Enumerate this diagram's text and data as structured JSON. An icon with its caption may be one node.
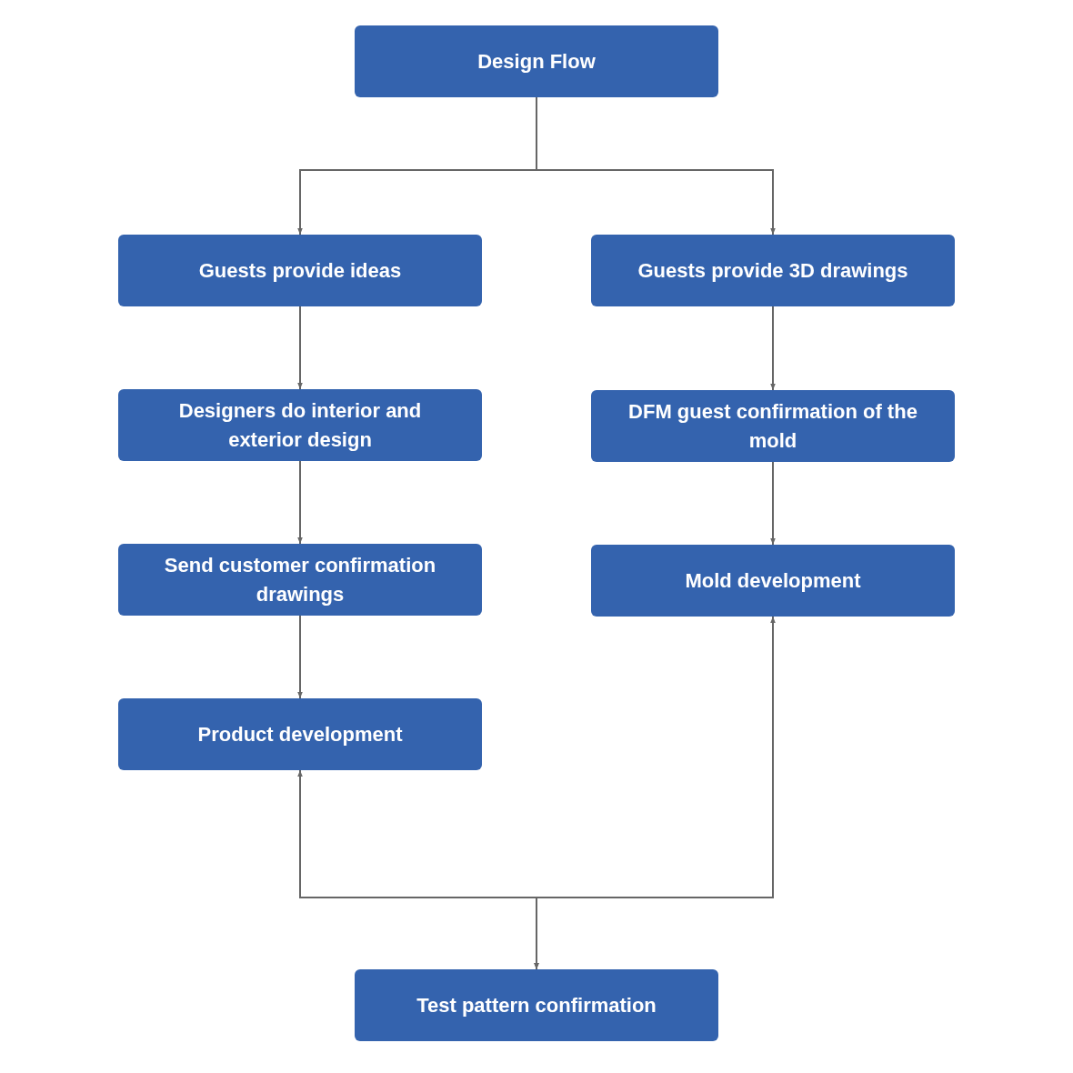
{
  "diagram": {
    "nodes": [
      {
        "text": [
          "Design Flow"
        ]
      },
      {
        "text": [
          "Guests provide ideas"
        ]
      },
      {
        "text": [
          "Guests provide 3D drawings"
        ]
      },
      {
        "text": [
          "Designers do interior and exterior design"
        ]
      },
      {
        "text": [
          "DFM guest confirmation of the mold"
        ]
      },
      {
        "text": [
          "Send customer confirmation drawings"
        ]
      },
      {
        "text": [
          "Mold development"
        ]
      },
      {
        "text": [
          "Product development"
        ]
      },
      {
        "text": [
          "Test pattern confirmation"
        ]
      }
    ],
    "edges": [
      {
        "from": 0,
        "to": 1,
        "arrow": "to"
      },
      {
        "from": 0,
        "to": 2,
        "arrow": "to"
      },
      {
        "from": 1,
        "to": 3,
        "arrow": "to"
      },
      {
        "from": 3,
        "to": 5,
        "arrow": "to"
      },
      {
        "from": 5,
        "to": 7,
        "arrow": "to"
      },
      {
        "from": 2,
        "to": 4,
        "arrow": "to"
      },
      {
        "from": 4,
        "to": 6,
        "arrow": "to"
      },
      {
        "from": 7,
        "to": 8,
        "arrow": "both"
      },
      {
        "from": 6,
        "to": 8,
        "arrow": "both"
      }
    ]
  }
}
